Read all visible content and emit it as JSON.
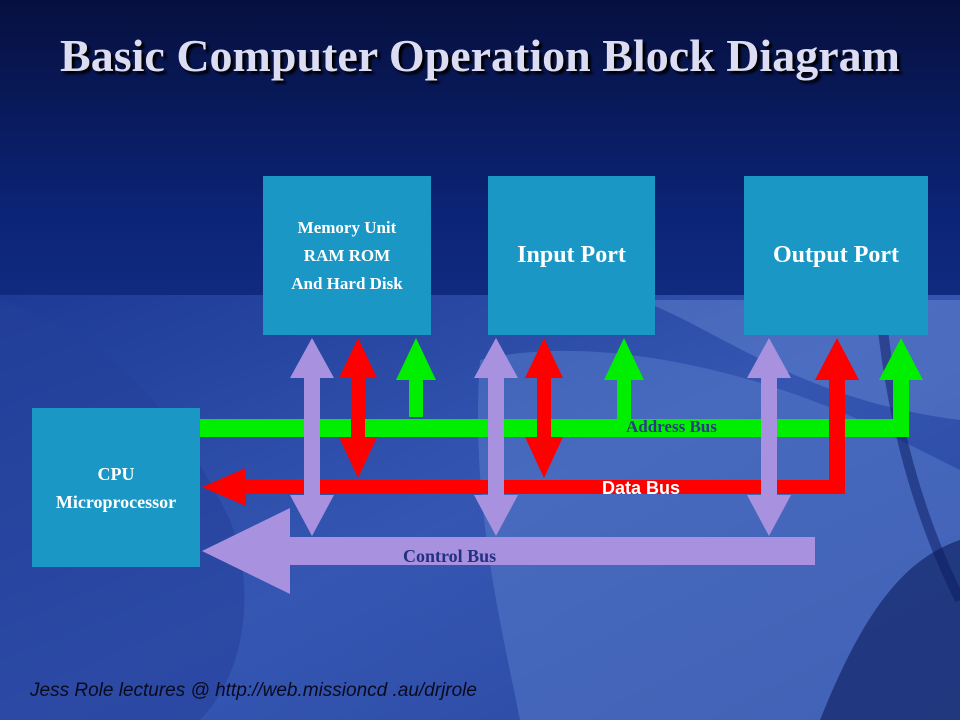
{
  "title": "Basic Computer Operation Block Diagram",
  "blocks": {
    "memory": {
      "lines": [
        "Memory Unit",
        "RAM ROM",
        "And Hard Disk"
      ]
    },
    "input": {
      "label": "Input Port"
    },
    "output": {
      "label": "Output Port"
    },
    "cpu": {
      "lines": [
        "CPU",
        "Microprocessor"
      ]
    }
  },
  "buses": {
    "address": {
      "label": "Address Bus",
      "color": "#00ee00"
    },
    "data": {
      "label": "Data Bus",
      "color": "#ff0000"
    },
    "control": {
      "label": "Control Bus",
      "color": "#a892e0"
    }
  },
  "footer": "Jess Role lectures @ http://web.missioncd          .au/drjrole",
  "colors": {
    "block": "#1a97c4",
    "title": "#dcdcf2"
  }
}
